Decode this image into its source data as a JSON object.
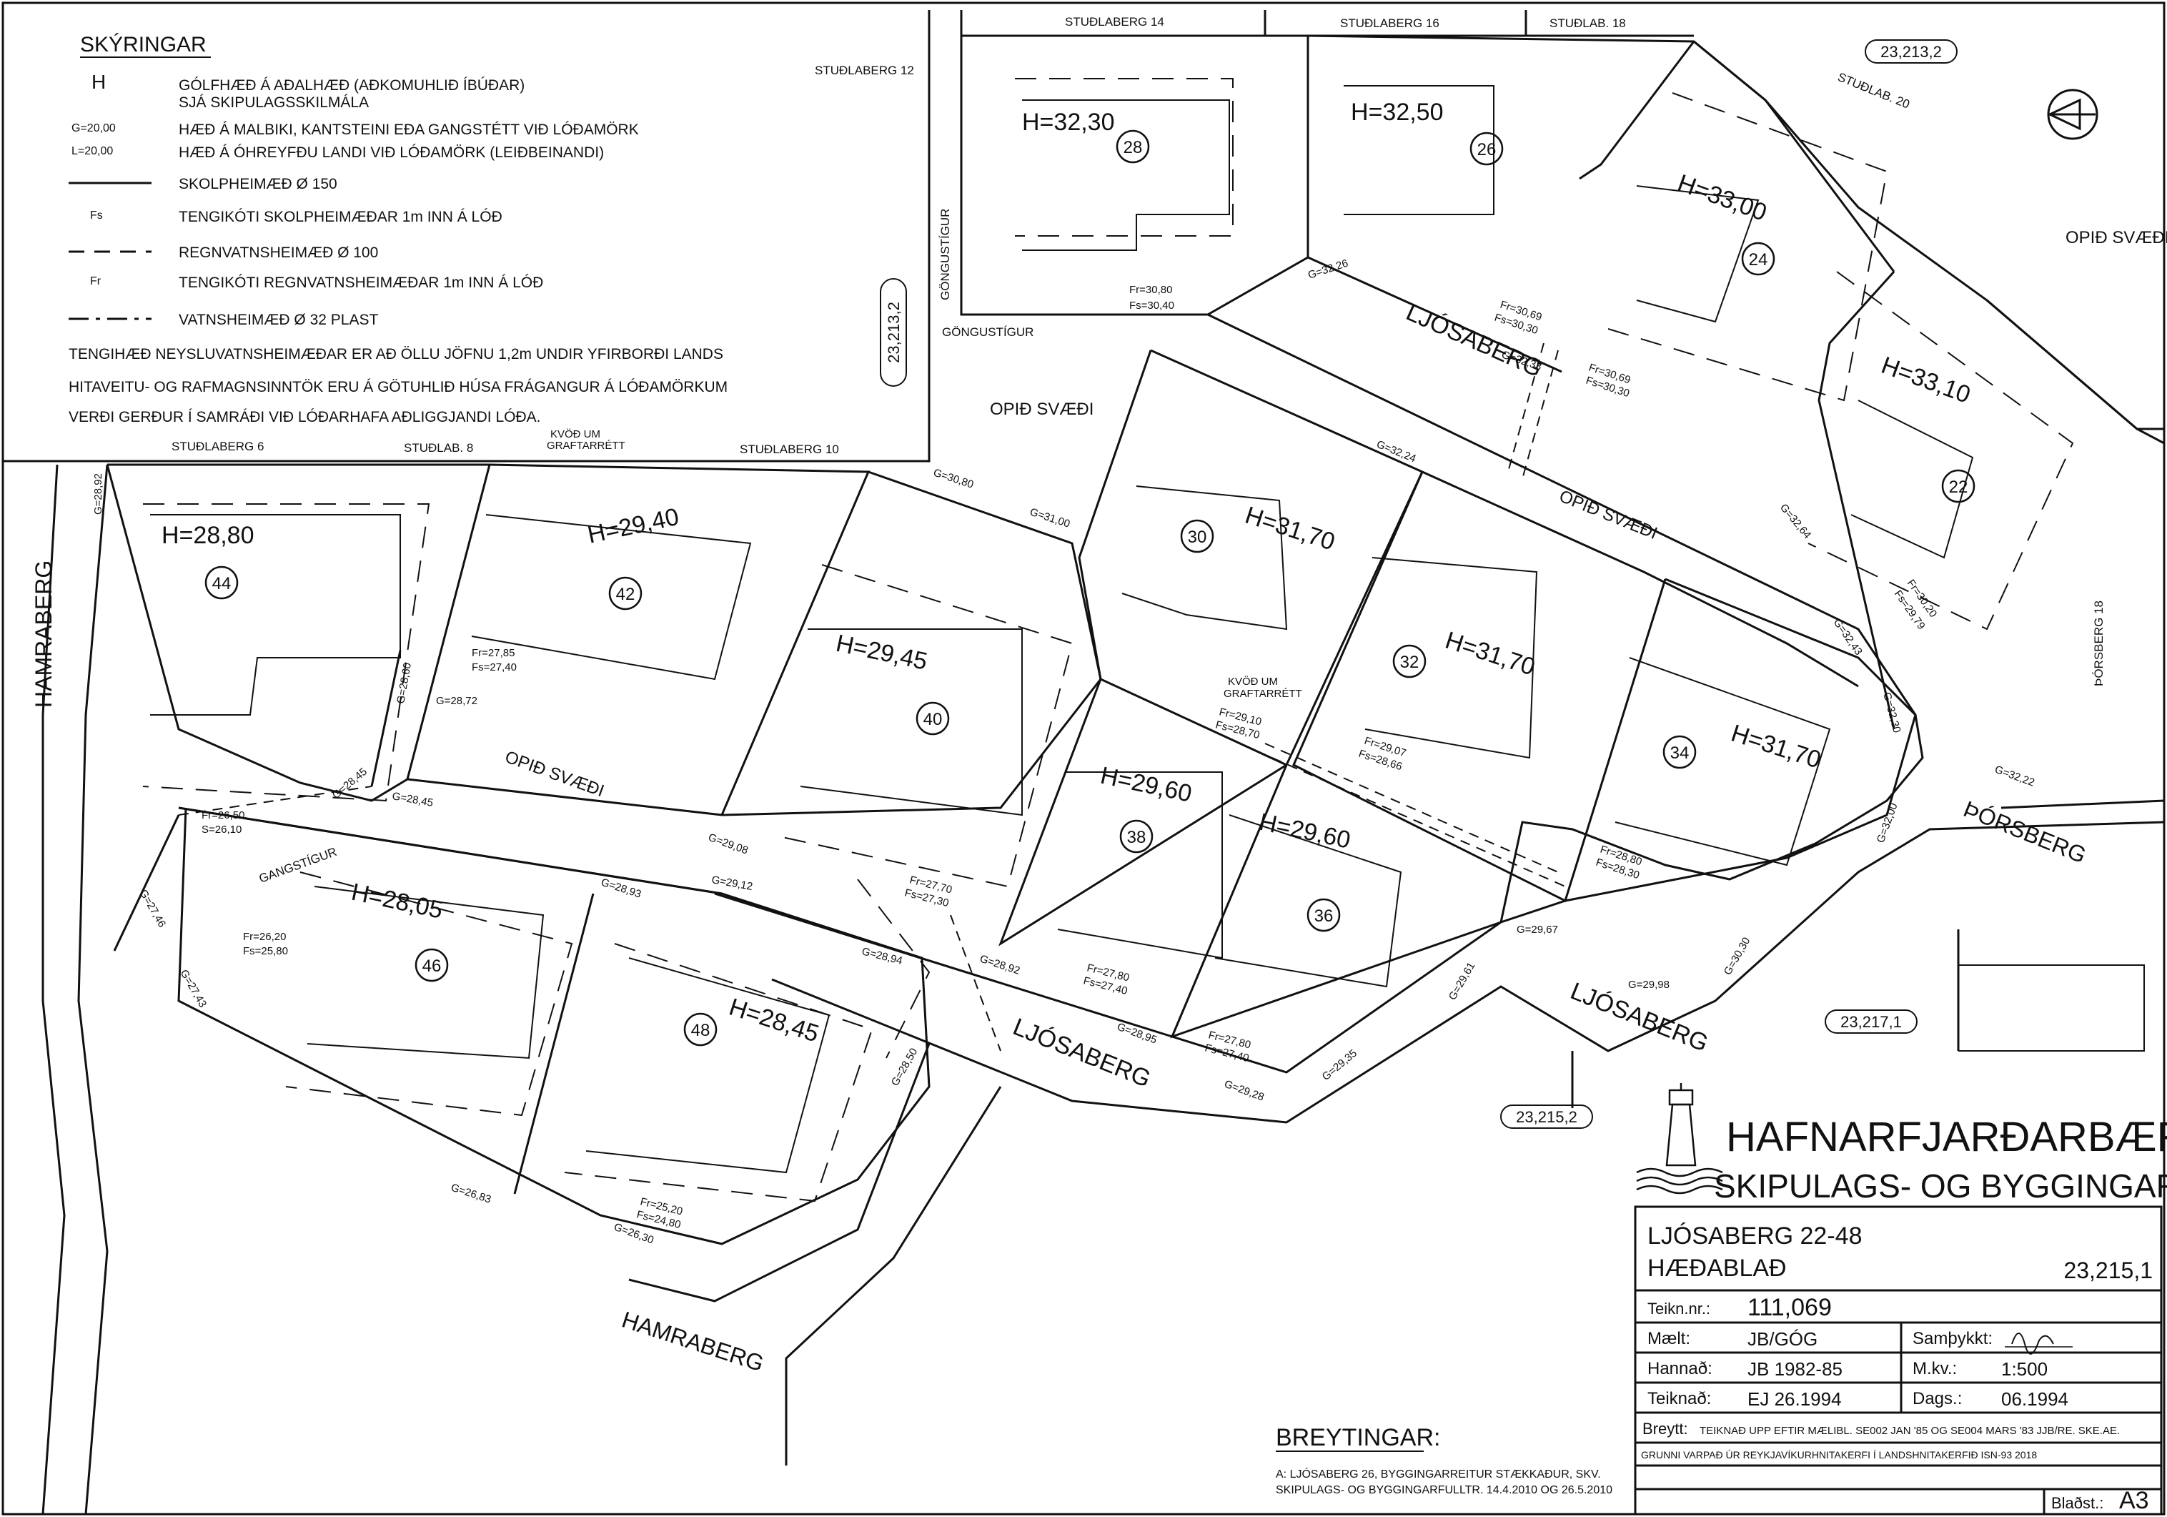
{
  "legend": {
    "title": "SKÝRINGAR",
    "items": [
      {
        "symbol": "H",
        "text": "GÓLFHÆÐ Á AÐALHÆÐ (AÐKOMUHLIÐ ÍBÚÐAR)",
        "text2": "SJÁ SKIPULAGSSKILMÁLA"
      },
      {
        "symbol": "G=20,00",
        "text": "HÆÐ Á MALBIKI, KANTSTEINI EÐA GANGSTÉTT VIÐ LÓÐAMÖRK"
      },
      {
        "symbol": "L=20,00",
        "text": "HÆÐ Á ÓHREYFÐU LANDI VIÐ LÓÐAMÖRK (LEIÐBEINANDI)"
      },
      {
        "symbol": "",
        "text": "SKOLPHEIMÆÐ Ø 150"
      },
      {
        "symbol": "Fs",
        "text": "TENGIKÓTI SKOLPHEIMÆÐAR 1m INN Á LÓÐ"
      },
      {
        "symbol": "",
        "text": "REGNVATNSHEIMÆÐ Ø 100"
      },
      {
        "symbol": "Fr",
        "text": "TENGIKÓTI REGNVATNSHEIMÆÐAR 1m INN Á LÓÐ"
      },
      {
        "symbol": "",
        "text": "VATNSHEIMÆÐ Ø 32 PLAST"
      }
    ],
    "notes": [
      "TENGIHÆÐ NEYSLUVATNSHEIMÆÐAR ER AÐ ÖLLU JÖFNU 1,2m UNDIR YFIRBORÐI LANDS",
      "HITAVEITU- OG RAFMAGNSINNTÖK ERU Á GÖTUHLIÐ HÚSA FRÁGANGUR Á LÓÐAMÖRKUM",
      "VERÐI GERÐUR Í SAMRÁÐI VIÐ LÓÐARHAFA AÐLIGGJANDI LÓÐA."
    ]
  },
  "plots": [
    {
      "number": "28",
      "height": "H=32,30"
    },
    {
      "number": "26",
      "height": "H=32,50"
    },
    {
      "number": "24",
      "height": "H=33,00"
    },
    {
      "number": "22",
      "height": "H=33,10"
    },
    {
      "number": "44",
      "height": "H=28,80"
    },
    {
      "number": "42",
      "height": "H=29,40"
    },
    {
      "number": "40",
      "height": "H=29,45"
    },
    {
      "number": "30",
      "height": "H=31,70"
    },
    {
      "number": "32",
      "height": "H=31,70"
    },
    {
      "number": "34",
      "height": "H=31,70"
    },
    {
      "number": "38",
      "height": "H=29,60"
    },
    {
      "number": "36",
      "height": "H=29,60"
    },
    {
      "number": "46",
      "height": "H=28,05"
    },
    {
      "number": "48",
      "height": "H=28,45"
    }
  ],
  "streets": {
    "ljosaberg": "LJÓSABERG",
    "hamraberg": "HAMRABERG",
    "thorsberg": "ÞÓRSBERG",
    "thorsberg18": "ÞÓRSBERG 18",
    "studlaberg14": "STUÐLABERG 14",
    "studlaberg16": "STUÐLABERG 16",
    "studlab18": "STUÐLAB. 18",
    "studlaberg12": "STUÐLABERG 12",
    "studlab20": "STUÐLAB. 20",
    "studlaberg6": "STUÐLABERG 6",
    "studlab8": "STUÐLAB. 8",
    "studlaberg10": "STUÐLABERG 10",
    "gongustigur": "GÖNGUSTÍGUR",
    "gangstigur": "GANGSTÍGUR",
    "open_area": "OPIÐ SVÆÐI",
    "kvod1": "KVÖÐ UM",
    "kvod2": "GRAFTARRÉTT"
  },
  "sheet_refs": {
    "r1": "23,213,2",
    "r2": "23,213,2",
    "r3": "23,217,1",
    "r4": "23,215,2"
  },
  "elevations": {
    "g1": "G=32,26",
    "g2": "G=32,24",
    "g3": "G=32,64",
    "g4": "G=32,43",
    "g5": "G=32,30",
    "g6": "G=32,00",
    "g7": "G=32,22",
    "g8": "G=30,80",
    "g9": "G=31,00",
    "g10": "G=28,92",
    "g11": "G=28,60",
    "g12": "G=28,72",
    "g13": "G=28,45",
    "g14": "G=28,45",
    "g15": "G=27,46",
    "g16": "G=27,43",
    "g17": "G=29,08",
    "g18": "G=28,93",
    "g19": "G=29,12",
    "g20": "G=28,94",
    "g21": "G=28,50",
    "g22": "G=28,92",
    "g23": "G=28,95",
    "g24": "G=29,28",
    "g25": "G=29,35",
    "g26": "G=29,61",
    "g27": "G=29,67",
    "g28": "G=29,98",
    "g29": "G=30,30",
    "g30": "G=26,83",
    "g31": "G=26,30",
    "f1": "Fr=30,80",
    "f2": "Fs=30,40",
    "f3": "Fr=30,69",
    "f4": "Fs=30,30",
    "f5": "G=32,33",
    "f6": "Fr=30,69",
    "f7": "Fs=30,30",
    "f8": "Fr=30,20",
    "f9": "Fs=29,79",
    "f10": "Fr=27,85",
    "f11": "Fs=27,40",
    "f12": "Fr=26,50",
    "f13": "S=26,10",
    "f14": "Fr=26,20",
    "f15": "Fs=25,80",
    "f16": "Fr=29,10",
    "f17": "Fs=28,70",
    "f18": "Fr=29,07",
    "f19": "Fs=28,66",
    "f20": "Fr=28,80",
    "f21": "Fs=28,30",
    "f22": "Fr=27,70",
    "f23": "Fs=27,30",
    "f24": "Fr=27,80",
    "f25": "Fs=27,40",
    "f26": "Fr=27,80",
    "f27": "Fs=27,40",
    "f28": "Fr=25,20",
    "f29": "Fs=24,80"
  },
  "changes": {
    "title": "BREYTINGAR:",
    "line1": "A: LJÓSABERG 26, BYGGINGARREITUR STÆKKAÐUR, SKV.",
    "line2": "SKIPULAGS- OG BYGGINGARFULLTR. 14.4.2010 OG 26.5.2010"
  },
  "title_block": {
    "org": "HAFNARFJARÐARBÆR",
    "dept": "SKIPULAGS- OG BYGGINGARSVIÐ",
    "project": "LJÓSABERG 22-48",
    "sheet_type": "HÆÐABLAÐ",
    "sheet_ref": "23,215,1",
    "drawing_no_label": "Teikn.nr.:",
    "drawing_no": "111,069",
    "measured_label": "Mælt:",
    "measured": "JB/GÓG",
    "approved_label": "Samþykkt:",
    "approved": "",
    "designed_label": "Hannað:",
    "designed": "JB 1982-85",
    "scale_label": "M.kv.:",
    "scale": "1:500",
    "drawn_label": "Teiknað:",
    "drawn": "EJ 26.1994",
    "date_label": "Dags.:",
    "date": "06.1994",
    "revised_label": "Breytt:",
    "revised": "TEIKNAÐ UPP EFTIR MÆLIBL. SE002 JAN '85 OG SE004 MARS '83 JJB/RE. SKE.AE.",
    "grid_note": "GRUNNI VARPAÐ ÚR REYKJAVÍKURHNITAKERFI Í LANDSHNITAKERFIÐ ISN-93 2018",
    "sheet_label": "Blaðst.:",
    "sheet_size": "A3"
  },
  "colors": {
    "ink": "#111111",
    "paper": "#ffffff"
  }
}
